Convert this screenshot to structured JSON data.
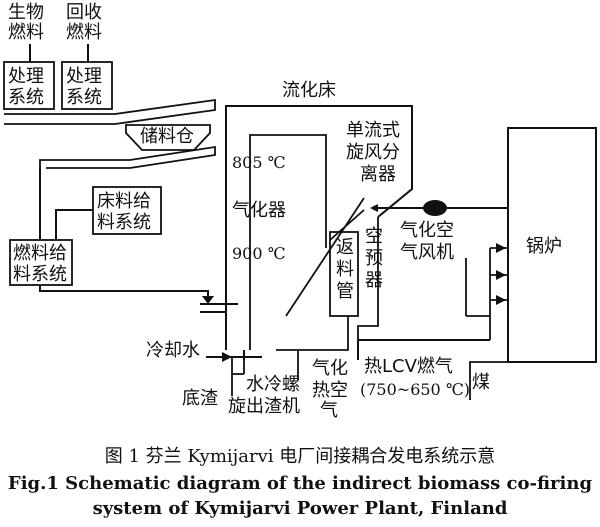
{
  "labels": {
    "bio_fuel": [
      "生物",
      "燃料"
    ],
    "recycled_fuel": [
      "回收",
      "燃料"
    ],
    "processing_1": [
      "处理",
      "系统"
    ],
    "processing_2": [
      "处理",
      "系统"
    ],
    "storage_bin": "储料仓",
    "bed_material_feed": [
      "床料给",
      "料系统"
    ],
    "fuel_feed": [
      "燃料给",
      "料系统"
    ],
    "fluidized_bed": "流化床",
    "temp_top": "805 ℃",
    "gasifier": "气化器",
    "temp_bottom": "900 ℃",
    "cyclone": [
      "单流式",
      "旋风分",
      "离器"
    ],
    "return_pipe": [
      "返",
      "料",
      "管"
    ],
    "air_preheater": [
      "空",
      "预",
      "器"
    ],
    "gasification_fan": [
      "气化空",
      "气风机"
    ],
    "boiler": "锅炉",
    "cooling_water": "冷却水",
    "screw_discharger": [
      "水冷螺",
      "旋出渣机"
    ],
    "bottom_ash": "底渣",
    "gasification_air": [
      "气化",
      "热空",
      "气"
    ],
    "hot_lcv_gas": "热LCV燃气",
    "gas_temp": "(750~650 ℃)",
    "coal": "煤"
  },
  "caption": {
    "zh": "图 1  芬兰 Kymijarvi 电厂间接耦合发电系统示意",
    "en_line1": "Fig.1 Schematic diagram of the indirect biomass co-firing",
    "en_line2": "system of Kymijarvi Power Plant, Finland"
  }
}
